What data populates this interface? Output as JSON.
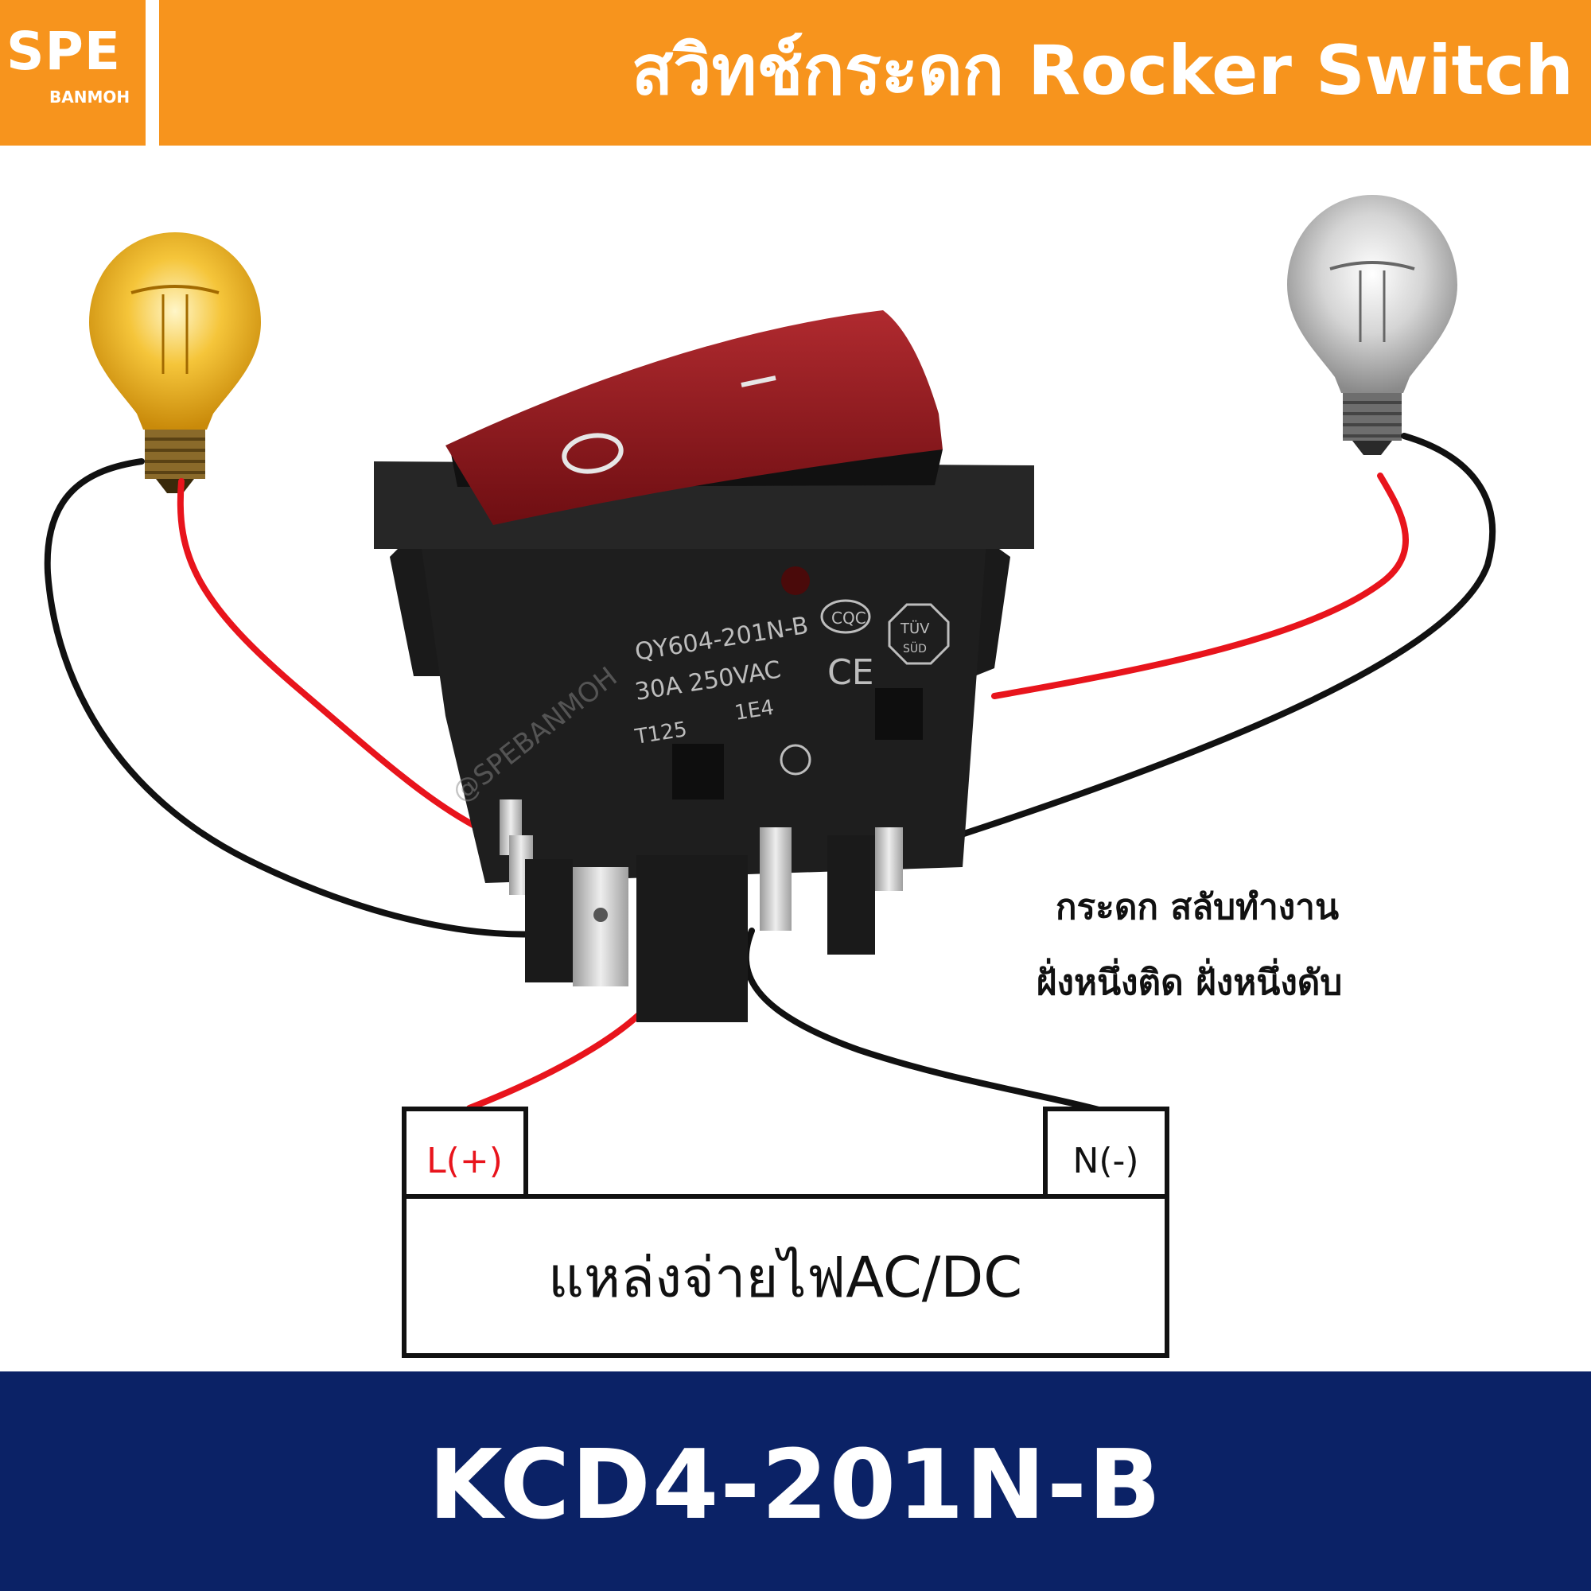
{
  "header": {
    "logo_main": "SPE",
    "logo_sub": "BANMOH",
    "title": "สวิทช์กระดก Rocker Switch"
  },
  "switch": {
    "model_marking": "QY604-201N-B",
    "rating_marking": "30A 250VAC",
    "temp_marking": "T125",
    "code_marking": "1E4",
    "cert_cqc": "CQC",
    "cert_ce": "CE",
    "cert_tuv": "TÜV",
    "cert_tuv_sub": "SÜD",
    "rocker_off_symbol": "O",
    "rocker_on_symbol": "I",
    "watermark": "@SPEBANMOH"
  },
  "note": {
    "line1": "กระดก สลับทำงาน",
    "line2": "ฝั่งหนึ่งติด ฝั่งหนึ่งดับ"
  },
  "power_supply": {
    "label": "แหล่งจ่ายไฟAC/DC",
    "terminal_live": "L(+)",
    "terminal_neutral": "N(-)"
  },
  "footer": {
    "model": "KCD4-201N-B"
  },
  "colors": {
    "orange": "#f7941d",
    "navy": "#0b2266",
    "wire_red": "#e8141c",
    "wire_black": "#111111",
    "rocker_red": "#9c1a1f",
    "bulb_on": "#f2b01e",
    "bulb_off": "#c8c8c8"
  }
}
